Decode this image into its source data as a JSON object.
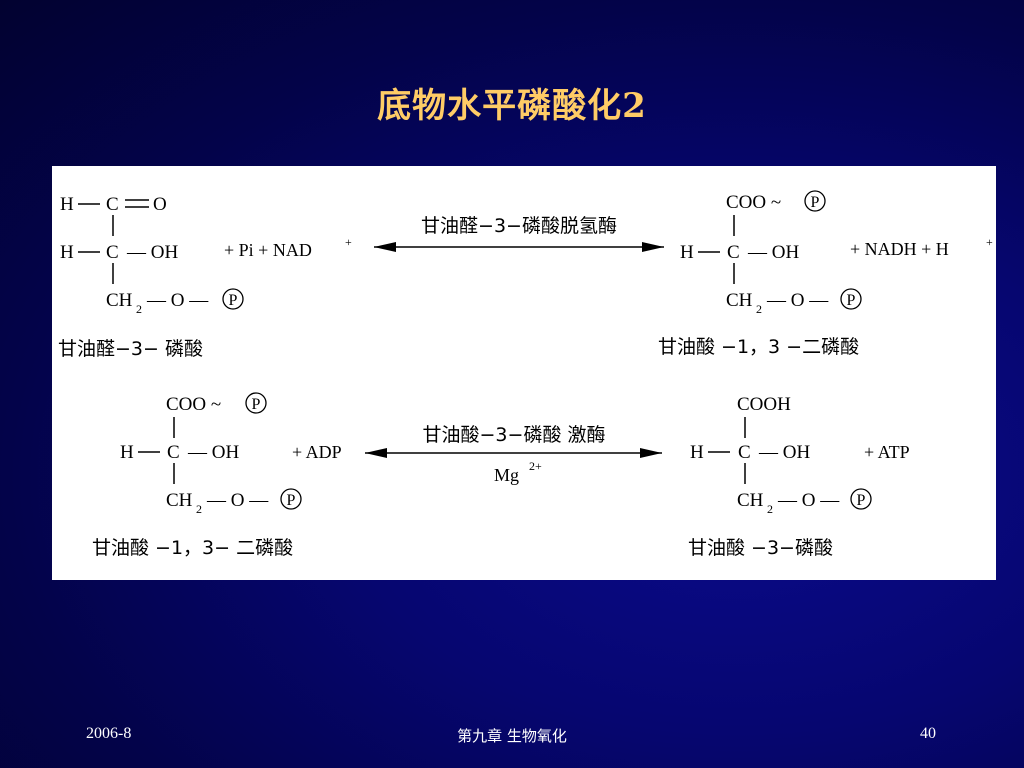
{
  "slide": {
    "title": "底物水平磷酸化2",
    "footer": {
      "date": "2006-8",
      "chapter": "第九章  生物氧化",
      "page": "40"
    }
  },
  "reactions": [
    {
      "enzyme": "甘油醛−3−磷酸脱氢酶",
      "cofactor": "",
      "substrate": {
        "name": "甘油醛−3− 磷酸",
        "top_left": "H",
        "top_bond": "—",
        "top_c": "C",
        "top_dbl": "═",
        "top_right": "O",
        "mid_left": "H",
        "mid_c": "C",
        "mid_right": "— OH",
        "bottom": "CH",
        "bottom_sub": "2",
        "bottom_o": "— O —",
        "phosphate": "P"
      },
      "reactants_extra": "+  Pi + NAD",
      "reactants_extra_sup": "+",
      "product": {
        "name": "甘油酸 −1，3 −二磷酸",
        "top": "COO ~",
        "phosphate_top": "P",
        "mid_left": "H",
        "mid_c": "C",
        "mid_right": "— OH",
        "bottom": "CH",
        "bottom_sub": "2",
        "bottom_o": "— O —",
        "phosphate": "P"
      },
      "products_extra": "+ NADH  +  H",
      "products_extra_sup": "+"
    },
    {
      "enzyme": "甘油酸−3−磷酸 激酶",
      "cofactor": "Mg",
      "cofactor_sup": "2+",
      "substrate": {
        "name": "甘油酸 −1，3− 二磷酸",
        "top": "COO ~",
        "phosphate_top": "P",
        "mid_left": "H",
        "mid_c": "C",
        "mid_right": "— OH",
        "bottom": "CH",
        "bottom_sub": "2",
        "bottom_o": "— O —",
        "phosphate": "P"
      },
      "reactants_extra": "+ ADP",
      "product": {
        "name": "甘油酸 −3−磷酸",
        "top": "COOH",
        "mid_left": "H",
        "mid_c": "C",
        "mid_right": "— OH",
        "bottom": "CH",
        "bottom_sub": "2",
        "bottom_o": "— O —",
        "phosphate": "P"
      },
      "products_extra": "+  ATP"
    }
  ]
}
